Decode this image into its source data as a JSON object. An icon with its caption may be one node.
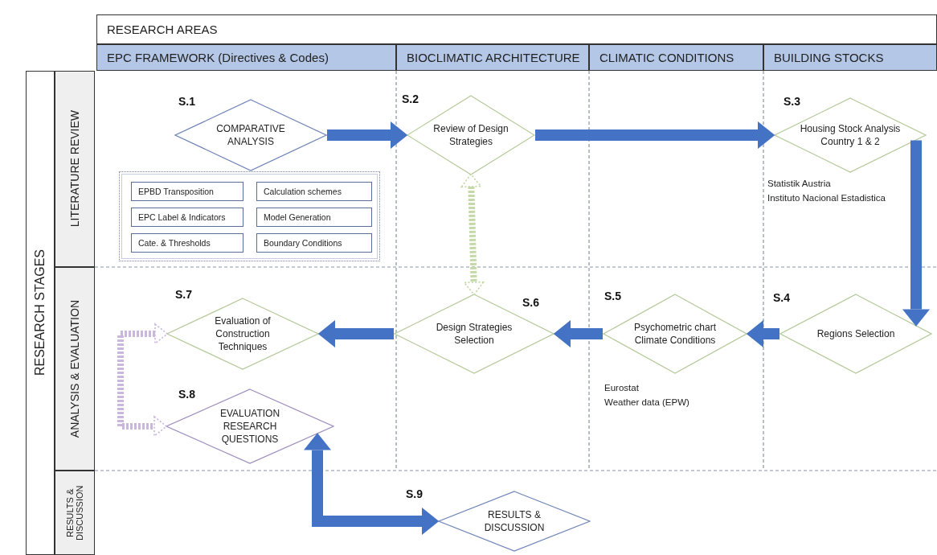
{
  "diagram": {
    "nodes": [
      {
        "text": [
          "RESEARCH AREAS"
        ]
      },
      {
        "text": [
          "EPC FRAMEWORK (Directives & Codes)"
        ]
      },
      {
        "text": [
          "BIOCLIMATIC ARCHITECTURE"
        ]
      },
      {
        "text": [
          "CLIMATIC CONDITIONS"
        ]
      },
      {
        "text": [
          "BUILDING STOCKS"
        ]
      },
      {
        "text": [
          "RESEARCH STAGES"
        ]
      },
      {
        "text": [
          "LITERATURE REVIEW"
        ]
      },
      {
        "text": [
          "ANALYSIS & EVALUATION"
        ]
      },
      {
        "text": [
          "RESULTS & DISCUSSION"
        ]
      },
      {
        "text": [
          "COMPARATIVE ANALYSIS"
        ],
        "beside": [
          "S.1"
        ]
      },
      {
        "text": [
          "Review of Design Strategies"
        ],
        "beside": [
          "S.2"
        ]
      },
      {
        "text": [
          "Housing Stock Analysis Country 1 & 2"
        ],
        "beside": [
          "S.3",
          "Statistik Austria",
          "Instituto Nacional Estadistica"
        ]
      },
      {
        "text": [],
        "shape": "box"
      },
      {
        "text": [
          "EPBD Transposition"
        ],
        "in": 12
      },
      {
        "text": [
          "Calculation schemes"
        ],
        "in": 12
      },
      {
        "text": [
          "EPC Label & Indicators"
        ],
        "in": 12
      },
      {
        "text": [
          "Model Generation"
        ],
        "in": 12
      },
      {
        "text": [
          "Cate. & Thresholds"
        ],
        "in": 12
      },
      {
        "text": [
          "Boundary Conditions"
        ],
        "in": 12
      },
      {
        "text": [
          "Regions Selection"
        ],
        "beside": [
          "S.4"
        ]
      },
      {
        "text": [
          "Psychometric chart Climate Conditions"
        ],
        "beside": [
          "S.5",
          "Eurostat",
          "Weather data (EPW)"
        ]
      },
      {
        "text": [
          "Design Strategies Selection"
        ],
        "beside": [
          "S.6"
        ]
      },
      {
        "text": [
          "Evaluation of Construction Techniques"
        ],
        "beside": [
          "S.7"
        ]
      },
      {
        "text": [
          "EVALUATION RESEARCH QUESTIONS"
        ],
        "beside": [
          "S.8"
        ]
      },
      {
        "text": [
          "RESULTS & DISCUSSION"
        ],
        "beside": [
          "S.9"
        ]
      }
    ],
    "edges": [
      {
        "from": 9,
        "to": 10,
        "arrow": "to"
      },
      {
        "from": 10,
        "to": 11,
        "arrow": "to"
      },
      {
        "from": 11,
        "to": 19,
        "arrow": "to"
      },
      {
        "from": 19,
        "to": 20,
        "arrow": "to"
      },
      {
        "from": 20,
        "to": 21,
        "arrow": "to"
      },
      {
        "from": 21,
        "to": 22,
        "arrow": "to"
      },
      {
        "from": 10,
        "to": 21,
        "arrow": "both",
        "style": "dashed",
        "color": "#c5d9a8"
      },
      {
        "from": 22,
        "to": 23,
        "arrow": "both",
        "style": "dashed",
        "color": "#c9b8dc"
      },
      {
        "from": 23,
        "to": 24,
        "arrow": "both"
      }
    ]
  }
}
